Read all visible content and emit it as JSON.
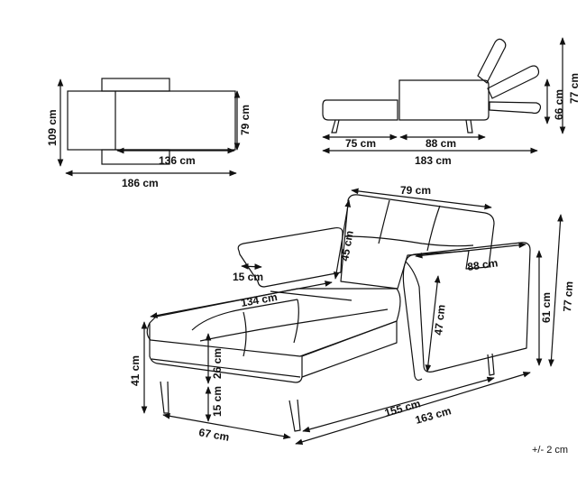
{
  "colors": {
    "line": "#111111",
    "background": "#ffffff"
  },
  "top_view": {
    "depth_total": "109 cm",
    "seat_depth": "79 cm",
    "inner_width": "136 cm",
    "total_width": "186 cm"
  },
  "side_view": {
    "seat_length": "75 cm",
    "back_length": "88 cm",
    "total_length": "183 cm",
    "back_height_low": "66 cm",
    "back_height_high": "77 cm"
  },
  "iso_view": {
    "back_width": "79 cm",
    "back_height": "45 cm",
    "armrest_width": "15 cm",
    "seat_width": "134 cm",
    "arm_depth": "88 cm",
    "arm_inner_height": "47 cm",
    "arm_height": "61 cm",
    "total_height": "77 cm",
    "cushion_height": "26 cm",
    "leg_height": "15 cm",
    "seat_height": "41 cm",
    "front_depth": "67 cm",
    "length_inner": "155 cm",
    "length_total": "163 cm"
  },
  "tolerance": "+/- 2 cm"
}
